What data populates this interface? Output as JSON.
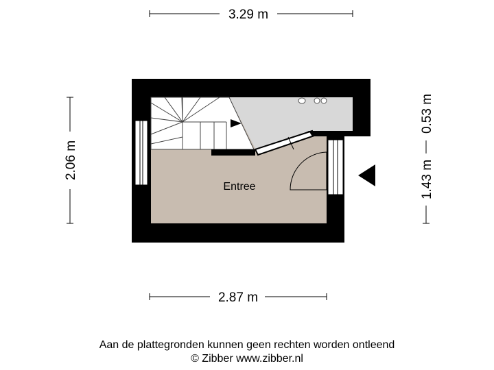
{
  "dimensions": {
    "top_width": "3.29 m",
    "bottom_width": "2.87 m",
    "left_height": "2.06 m",
    "right_height_lower": "1.43 m",
    "right_height_upper": "0.53 m"
  },
  "rooms": {
    "entree": "Entree"
  },
  "footer": {
    "disclaimer": "Aan de plattegronden kunnen geen rechten worden ontleend",
    "copyright": "© Zibber www.zibber.nl"
  },
  "colors": {
    "wall": "#000000",
    "floor_entree": "#c8bcb0",
    "floor_landing": "#d8d8d8",
    "dimension_line": "#000000"
  }
}
